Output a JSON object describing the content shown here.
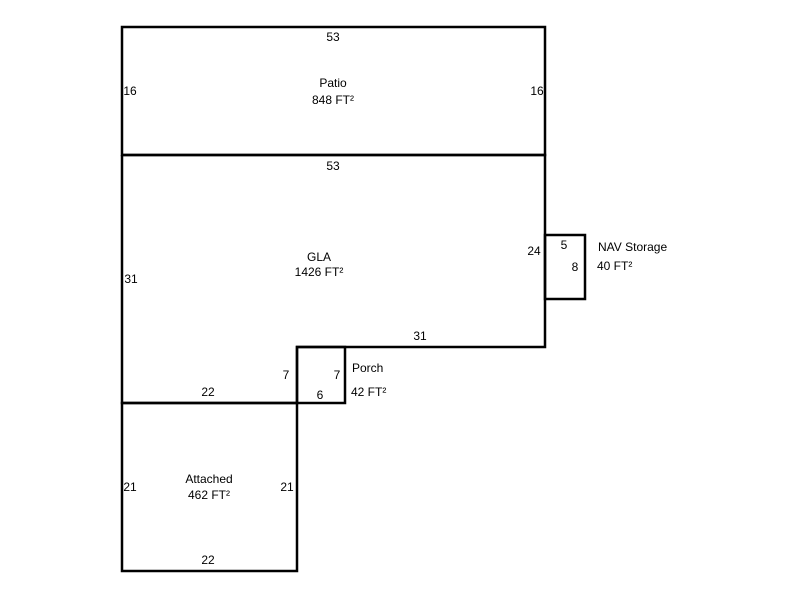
{
  "areas": {
    "patio": {
      "name": "Patio",
      "area": "848 FT²",
      "dims": {
        "top": "53",
        "left": "16",
        "right": "16"
      }
    },
    "gla": {
      "name": "GLA",
      "area": "1426 FT²",
      "dims": {
        "top": "53",
        "left": "31",
        "right": "24",
        "bottom_right": "31",
        "bottom_left": "22",
        "step": "7"
      }
    },
    "nav_storage": {
      "name": "NAV Storage",
      "area": "40 FT²",
      "dims": {
        "top": "5",
        "right": "8"
      }
    },
    "porch": {
      "name": "Porch",
      "area": "42 FT²",
      "dims": {
        "right": "7",
        "bottom": "6"
      }
    },
    "attached": {
      "name": "Attached",
      "area": "462 FT²",
      "dims": {
        "left": "21",
        "right": "21",
        "bottom": "22"
      }
    }
  }
}
